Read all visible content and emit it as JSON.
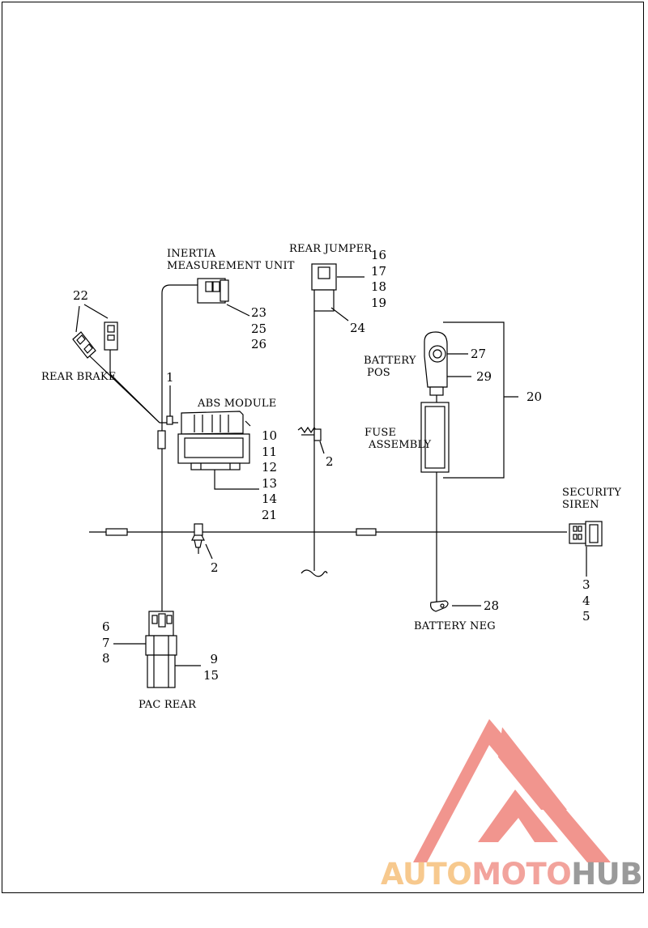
{
  "labels": {
    "inertia_line1": "INERTIA",
    "inertia_line2": "MEASUREMENT UNIT",
    "rear_jumper": "REAR JUMPER",
    "rear_brake": "REAR BRAKE",
    "abs_module": "ABS MODULE",
    "battery_pos_line1": "BATTERY",
    "battery_pos_line2": "POS",
    "fuse_line1": "FUSE",
    "fuse_line2": "ASSEMBLY",
    "security_line1": "SECURITY",
    "security_line2": "SIREN",
    "battery_neg": "BATTERY NEG",
    "pac_rear": "PAC REAR"
  },
  "callouts": {
    "rear_jumper": [
      "16",
      "17",
      "18",
      "19"
    ],
    "c24": "24",
    "imu": [
      "23",
      "25",
      "26"
    ],
    "c22": "22",
    "c1": "1",
    "abs": [
      "10",
      "11",
      "12",
      "13",
      "14",
      "21"
    ],
    "c2_upper": "2",
    "c2_lower": "2",
    "c27": "27",
    "c29": "29",
    "c20": "20",
    "siren": [
      "3",
      "4",
      "5"
    ],
    "c28": "28",
    "pac_left": [
      "6",
      "7",
      "8"
    ],
    "pac_right": [
      "9",
      "15"
    ]
  },
  "watermark": {
    "part1": "AUTO",
    "part2": "MOTO",
    "part3": "HUB",
    "colors": {
      "auto": "#f7c98e",
      "moto": "#f2a39c",
      "hub": "#9a9a9a",
      "triangle": "#f08a82"
    }
  }
}
